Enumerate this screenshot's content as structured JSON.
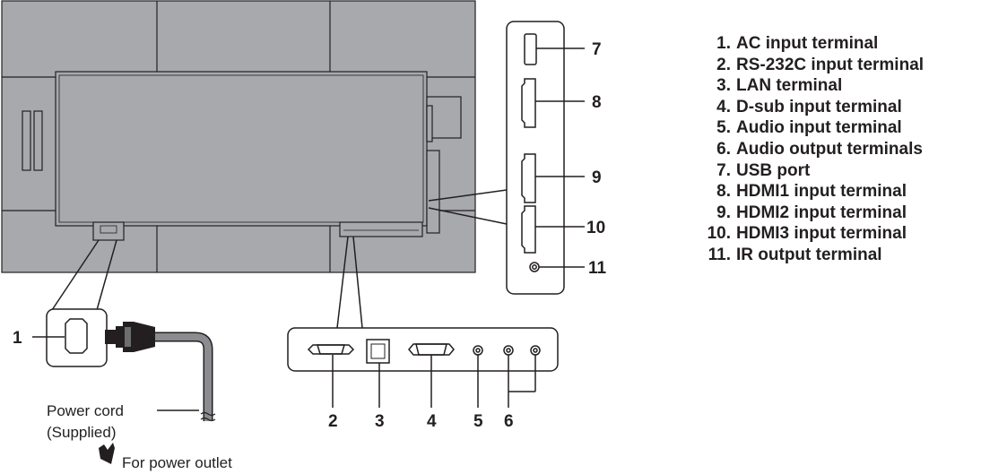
{
  "callout_numbers": [
    "1",
    "2",
    "3",
    "4",
    "5",
    "6",
    "7",
    "8",
    "9",
    "10",
    "11"
  ],
  "power_cord_label_line1": "Power cord",
  "power_cord_label_line2": "(Supplied)",
  "power_outlet_label": "For power outlet",
  "legend": [
    {
      "num": "1.",
      "text": "AC input terminal"
    },
    {
      "num": "2.",
      "text": "RS-232C input terminal"
    },
    {
      "num": "3.",
      "text": "LAN terminal"
    },
    {
      "num": "4.",
      "text": "D-sub input terminal"
    },
    {
      "num": "5.",
      "text": "Audio input terminal"
    },
    {
      "num": "6.",
      "text": "Audio output terminals"
    },
    {
      "num": "7.",
      "text": "USB port"
    },
    {
      "num": "8.",
      "text": "HDMI1 input terminal"
    },
    {
      "num": "9.",
      "text": "HDMI2 input terminal"
    },
    {
      "num": "10.",
      "text": "HDMI3 input terminal"
    },
    {
      "num": "11.",
      "text": "IR output terminal"
    }
  ],
  "colors": {
    "panel": "#a7a9ac",
    "panel_edge": "#231f20",
    "line": "#231f20",
    "cord": "#8a8c8f",
    "cord_dark": "#231f20"
  }
}
